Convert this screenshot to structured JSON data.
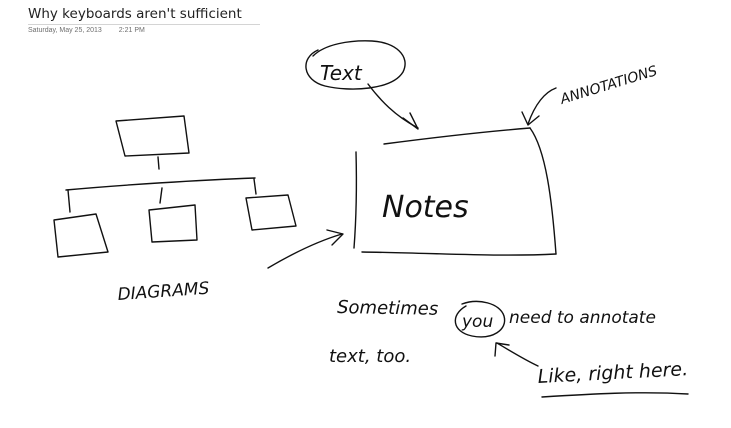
{
  "page": {
    "title": "Why keyboards aren't sufficient",
    "date": "Saturday, May 25, 2013",
    "time": "2:21 PM"
  },
  "ink": {
    "text_bubble": "Text",
    "annotations": "ANNOTATIONS",
    "notes": "Notes",
    "diagrams": "DIAGRAMS",
    "sentence_start": "Sometimes",
    "you": "you",
    "sentence_end": "need to annotate",
    "second_line": "text, too.",
    "like_right_here": "Like, right here."
  },
  "colors": {
    "ink": "#111111",
    "title": "#222222",
    "meta": "#6e6e6e"
  }
}
